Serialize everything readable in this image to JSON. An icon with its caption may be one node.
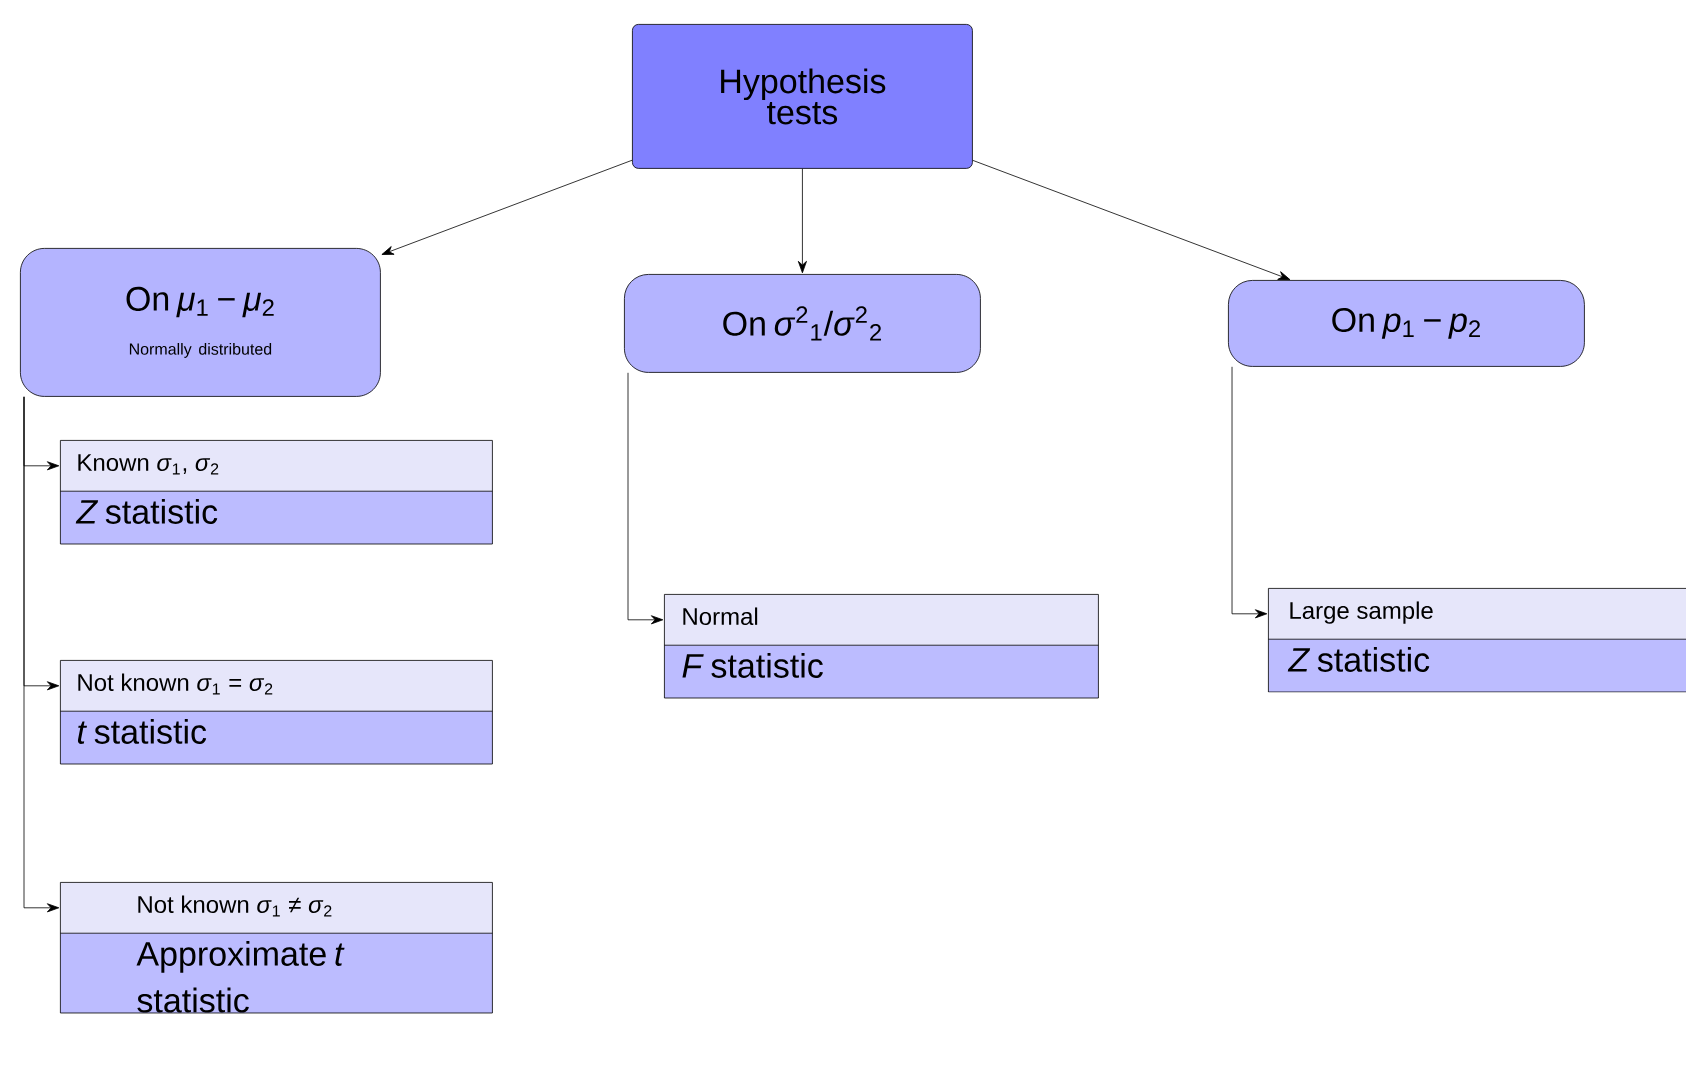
{
  "diagram": {
    "nodes": [
      {
        "text": [
          "Hypothesis tests"
        ]
      },
      {
        "text": [
          "On *μ*$_{1}$ − *μ*$_{2}$",
          "Normally distributed"
        ]
      },
      {
        "text": [
          "On *σ*$^{2}$$_{1}$/*σ*$^{2}$$_{2}$"
        ]
      },
      {
        "text": [
          "On *p*$_{1}$ − *p*$_{2}$"
        ]
      },
      {
        "text": [
          "Known *σ*$_{1}$, *σ*$_{2}$",
          "*Z* statistic"
        ]
      },
      {
        "text": [
          "Not known *σ*$_{1}$ = *σ*$_{2}$",
          "*t* statistic"
        ]
      },
      {
        "text": [
          "Not known *σ*$_{1}$ ≠ *σ*$_{2}$",
          "Approximate *t* statistic"
        ]
      },
      {
        "text": [
          "Normal",
          "*F* statistic"
        ]
      },
      {
        "text": [
          "Large sample",
          "*Z* statistic"
        ]
      }
    ],
    "edges": [
      {
        "from": 0,
        "to": 1,
        "arrow": "to"
      },
      {
        "from": 0,
        "to": 2,
        "arrow": "to"
      },
      {
        "from": 0,
        "to": 3,
        "arrow": "to"
      },
      {
        "from": 1,
        "to": 4,
        "arrow": "to"
      },
      {
        "from": 1,
        "to": 5,
        "arrow": "to"
      },
      {
        "from": 1,
        "to": 6,
        "arrow": "to"
      },
      {
        "from": 2,
        "to": 7,
        "arrow": "to"
      },
      {
        "from": 3,
        "to": 8,
        "arrow": "to"
      }
    ]
  }
}
